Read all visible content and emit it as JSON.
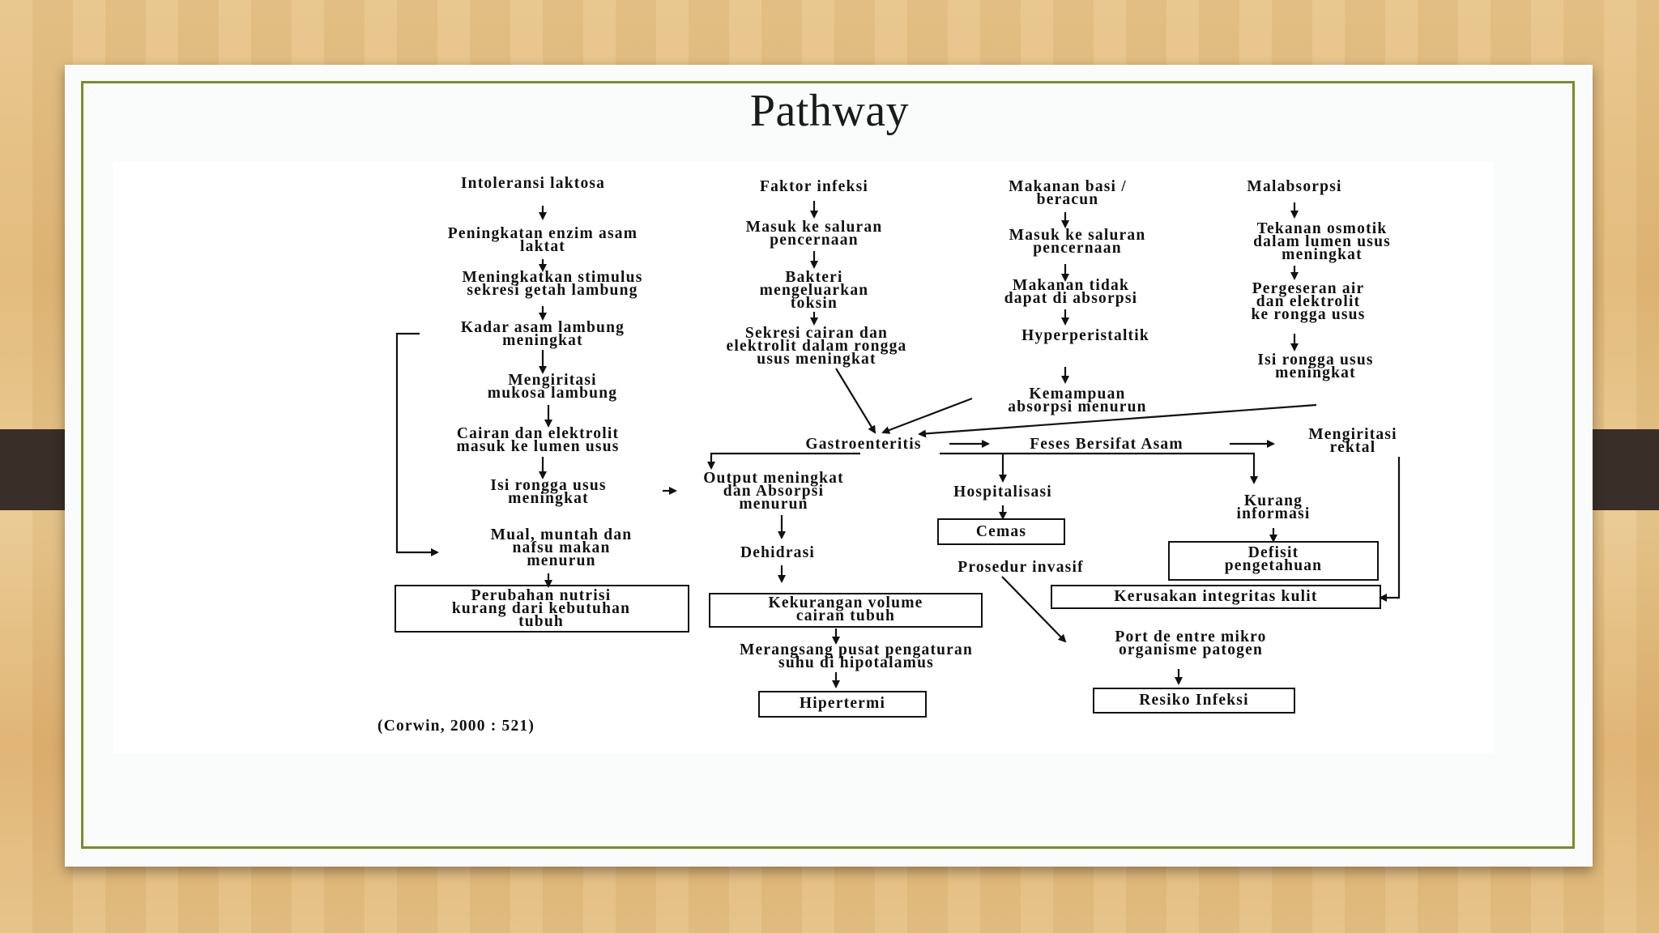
{
  "slide": {
    "title": "Pathway"
  },
  "nodes": {
    "n1": [
      "Intoleransi laktosa"
    ],
    "n2": [
      "Peningkatan enzim asam",
      "laktat"
    ],
    "n3": [
      "Meningkatkan stimulus",
      "sekresi getah lambung"
    ],
    "n4": [
      "Kadar asam lambung",
      "meningkat"
    ],
    "n5": [
      "Mengiritasi",
      "mukosa lambung"
    ],
    "n6": [
      "Cairan dan elektrolit",
      "masuk ke lumen usus"
    ],
    "n7": [
      "Isi rongga usus",
      "meningkat"
    ],
    "n8": [
      "Mual, muntah dan",
      "nafsu makan",
      "menurun"
    ],
    "n9": [
      "Perubahan nutrisi",
      "kurang dari kebutuhan",
      "tubuh"
    ],
    "f1": [
      "Faktor infeksi"
    ],
    "f2": [
      "Masuk ke saluran",
      "pencernaan"
    ],
    "f3": [
      "Bakteri",
      "mengeluarkan",
      "toksin"
    ],
    "f4": [
      "Sekresi cairan dan",
      "elektrolit dalam rongga",
      "usus meningkat"
    ],
    "m1": [
      "Makanan basi /",
      "beracun"
    ],
    "m2": [
      "Masuk ke saluran",
      "pencernaan"
    ],
    "m3": [
      "Makanan tidak",
      "dapat di absorpsi"
    ],
    "m4": [
      "Hyperperistaltik"
    ],
    "m5": [
      "Kemampuan",
      "absorpsi menurun"
    ],
    "a1": [
      "Malabsorpsi"
    ],
    "a2": [
      "Tekanan osmotik",
      "dalam lumen usus",
      "meningkat"
    ],
    "a3": [
      "Pergeseran air",
      "dan elektrolit",
      "ke rongga usus"
    ],
    "a4": [
      "Isi rongga usus",
      "meningkat"
    ],
    "g1": [
      "Gastroenteritis"
    ],
    "g2": [
      "Feses Bersifat Asam"
    ],
    "g3": [
      "Mengiritasi",
      "rektal"
    ],
    "o1": [
      "Output meningkat",
      "dan Absorpsi",
      "menurun"
    ],
    "o2": [
      "Dehidrasi"
    ],
    "o3": [
      "Kekurangan volume",
      "cairan tubuh"
    ],
    "o4": [
      "Merangsang pusat pengaturan",
      "suhu di hipotalamus"
    ],
    "o5": [
      "Hipertermi"
    ],
    "h1": [
      "Hospitalisasi"
    ],
    "h2": [
      "Cemas"
    ],
    "p1": [
      "Prosedur invasif"
    ],
    "p2": [
      "Port de entre mikro",
      "organisme patogen"
    ],
    "p3": [
      "Resiko Infeksi"
    ],
    "k1": [
      "Kurang",
      "informasi"
    ],
    "k2": [
      "Defisit",
      "pengetahuan"
    ],
    "k3": [
      "Kerusakan integritas kulit"
    ],
    "cite": [
      "(Corwin, 2000 : 521)"
    ]
  }
}
